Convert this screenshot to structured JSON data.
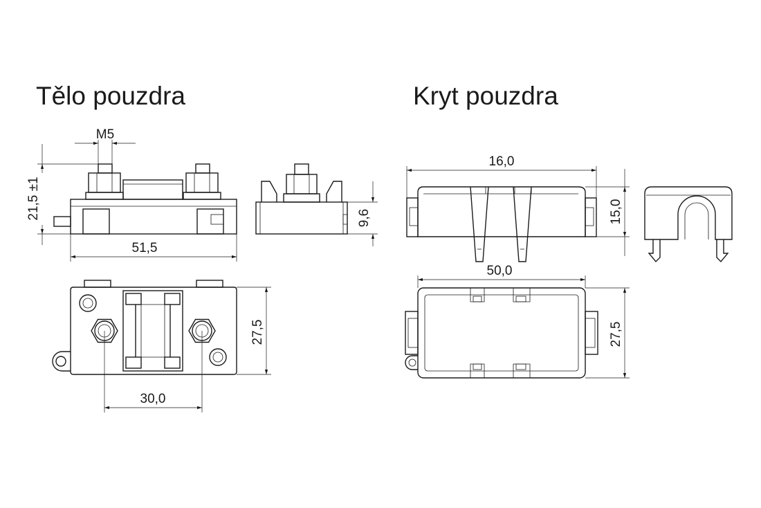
{
  "titles": {
    "body": "Tělo pouzdra",
    "cover": "Kryt pouzdra"
  },
  "dimensions": {
    "thread": "M5",
    "body_height": "21,5 ±1",
    "body_length": "51,5",
    "body_side_height": "9,6",
    "body_width": "27,5",
    "stud_spacing": "30,0",
    "cover_inner_width": "16,0",
    "cover_height": "15,0",
    "cover_length": "50,0",
    "cover_width": "27,5"
  }
}
